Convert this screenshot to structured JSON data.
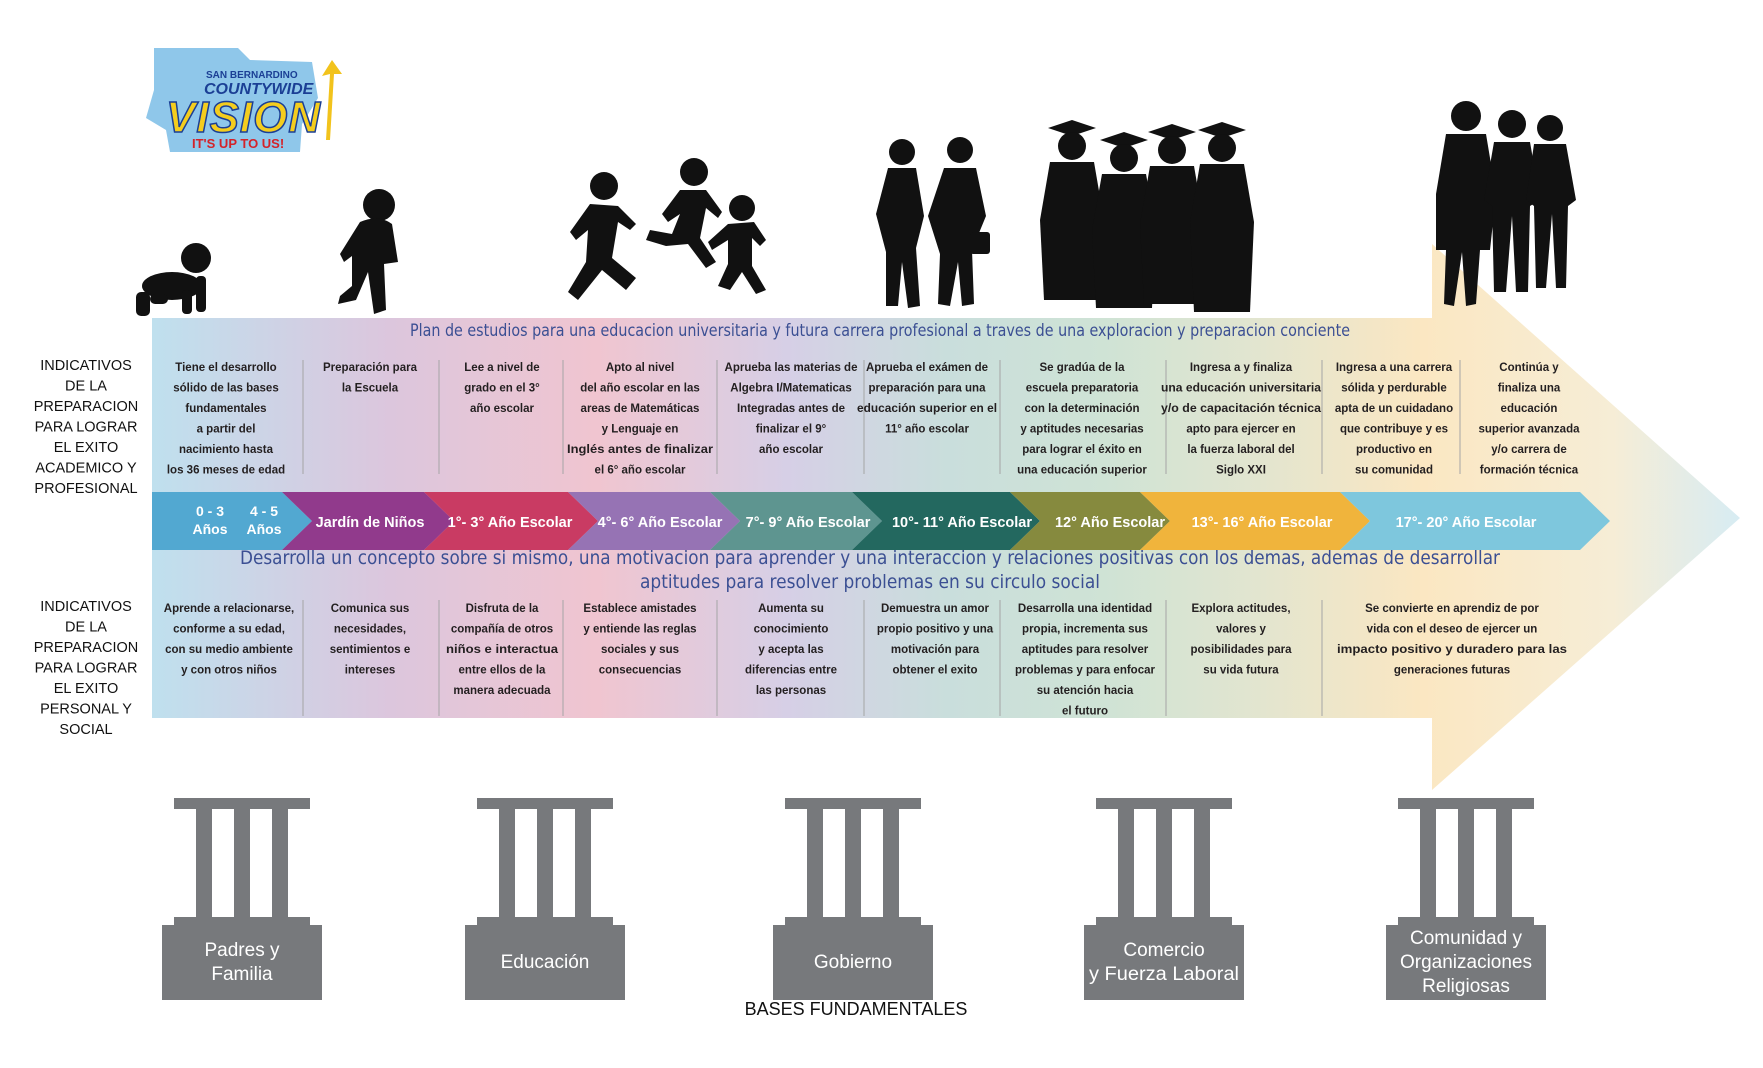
{
  "logo": {
    "line1": "SAN BERNARDINO",
    "line2": "COUNTYWIDE",
    "line3": "VISION",
    "tagline": "IT'S UP TO US!"
  },
  "top_banner": "Plan de estudios para una educacion universitaria y futura carrera profesional a traves de una exploracion y preparacion conciente",
  "middle_banner": {
    "line1": "Desarrolla un concepto sobre si mismo, una motivacion para aprender y una interaccion y relaciones positivas con los demas, ademas de desarrollar",
    "line2": "aptitudes para resolver problemas en su circulo social"
  },
  "left_labels": {
    "academic": [
      "INDICATIVOS",
      "DE LA",
      "PREPARACION",
      "PARA LOGRAR",
      "EL EXITO",
      "ACADEMICO Y",
      "PROFESIONAL"
    ],
    "social": [
      "INDICATIVOS",
      "DE LA",
      "PREPARACION",
      "PARA LOGRAR",
      "EL EXITO",
      "PERSONAL Y",
      "SOCIAL"
    ]
  },
  "academic_indicators": [
    [
      "Tiene el desarrollo",
      "sólido de las bases",
      "fundamentales",
      "a partir del",
      "nacimiento hasta",
      "los 36 meses de edad"
    ],
    [
      "Preparación para",
      "la Escuela"
    ],
    [
      "Lee a nivel de",
      "grado en el 3°",
      "año escolar"
    ],
    [
      "Apto al nivel",
      "del año escolar en las",
      "areas de Matemáticas",
      "y Lenguaje en",
      "Inglés antes de finalizar",
      "el 6° año escolar"
    ],
    [
      "Aprueba las materias de",
      "Algebra I/Matematicas",
      "Integradas antes de",
      "finalizar el 9°",
      "año escolar"
    ],
    [
      "Aprueba el exámen de",
      "preparación para una",
      "educación superior en el",
      "11° año escolar"
    ],
    [
      "Se gradúa de la",
      "escuela preparatoria",
      "con la determinación",
      "y aptitudes necesarias",
      "para lograr el éxito en",
      "una educación superior"
    ],
    [
      "Ingresa a y finaliza",
      "una educación universitaria",
      "y/o de capacitación técnica",
      "apto para ejercer en",
      "la fuerza laboral del",
      "Siglo XXI"
    ],
    [
      "Ingresa a una carrera",
      "sólida y perdurable",
      "apta de un cuidadano",
      "que contribuye y es",
      "productivo en",
      "su comunidad"
    ],
    [
      "Continúa y",
      "finaliza una",
      "educación",
      "superior avanzada",
      "y/o carrera de",
      "formación técnica"
    ]
  ],
  "stages": [
    {
      "label": "0 - 3",
      "label2": "Años",
      "color": "#52a8d1"
    },
    {
      "label": "4 - 5",
      "label2": "Años",
      "color": "#52a8d1"
    },
    {
      "label": "Jardín de Niños",
      "color": "#913a8c"
    },
    {
      "label": "1°- 3° Año Escolar",
      "color": "#c93b63"
    },
    {
      "label": "4°- 6° Año Escolar",
      "color": "#9673b4"
    },
    {
      "label": "7°- 9° Año Escolar",
      "color": "#5e9590"
    },
    {
      "label": "10°- 11° Año Escolar",
      "color": "#23685f"
    },
    {
      "label": "12° Año Escolar",
      "color": "#868a3e"
    },
    {
      "label": "13°- 16° Año Escolar",
      "color": "#f0b43c"
    },
    {
      "label": "17°- 20° Año Escolar",
      "color": "#7ec7dd"
    }
  ],
  "social_indicators": [
    [
      "Aprende a relacionarse,",
      "conforme a su edad,",
      "con su medio ambiente",
      "y con otros niños"
    ],
    [
      "Comunica sus",
      "necesidades,",
      "sentimientos e",
      "intereses"
    ],
    [
      "Disfruta de la",
      "compañía de otros",
      "niños e interactua",
      "entre ellos de la",
      "manera adecuada"
    ],
    [
      "Establece amistades",
      "y entiende las reglas",
      "sociales y sus",
      "consecuencias"
    ],
    [
      "Aumenta su",
      "conocimiento",
      "y acepta las",
      "diferencias entre",
      "las personas"
    ],
    [
      "Demuestra un amor",
      "propio positivo y una",
      "motivación para",
      "obtener el exito"
    ],
    [
      "Desarrolla una identidad",
      "propia, incrementa sus",
      "aptitudes para resolver",
      "problemas y para enfocar",
      "su atención hacia",
      "el futuro"
    ],
    [
      "Explora actitudes,",
      "valores y",
      "posibilidades para",
      "su vida futura"
    ],
    [
      "Se convierte en aprendiz de por",
      "vida con el deseo de ejercer un",
      "impacto positivo y duradero para las",
      "generaciones futuras"
    ]
  ],
  "pillars": [
    [
      "Padres y",
      "Familia"
    ],
    [
      "Educación"
    ],
    [
      "Gobierno"
    ],
    [
      "Comercio",
      "y Fuerza Laboral"
    ],
    [
      "Comunidad y",
      "Organizaciones",
      "Religiosas"
    ]
  ],
  "footer_title": "BASES FUNDAMENTALES",
  "colors": {
    "indicator_text": "#231f20",
    "banner_text": "#3b4f93",
    "pillar": "#77797c",
    "silhouette": "#111111"
  }
}
